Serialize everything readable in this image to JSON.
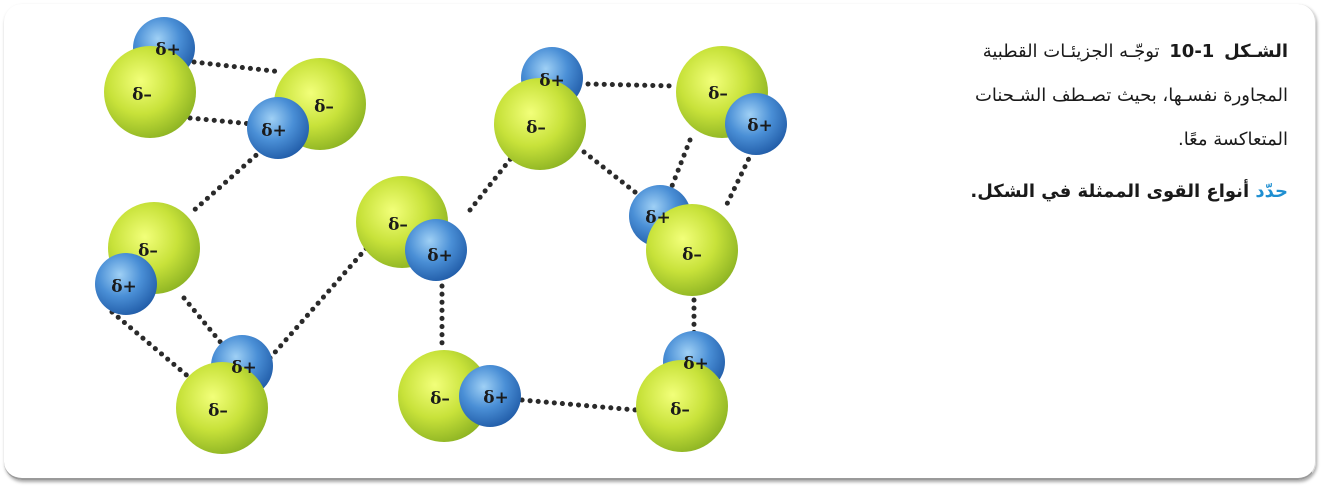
{
  "figure": {
    "label": "الشـكل",
    "number": "10-1",
    "caption_lines": [
      "توجّـه الجزيئـات القطبية",
      "المجاورة نفسـها، بحيث تصـطف الشـحنات",
      "المتعاكسة معًا."
    ],
    "question_verb": "حدّد",
    "question_text": "أنواع القوى الممثلة في الشكل."
  },
  "diagram": {
    "positive_label": "δ+",
    "negative_label": "δ–",
    "colors": {
      "negative_atom": "#c6e03a",
      "positive_atom": "#3f86d0",
      "bond": "#2a2a2a"
    }
  }
}
